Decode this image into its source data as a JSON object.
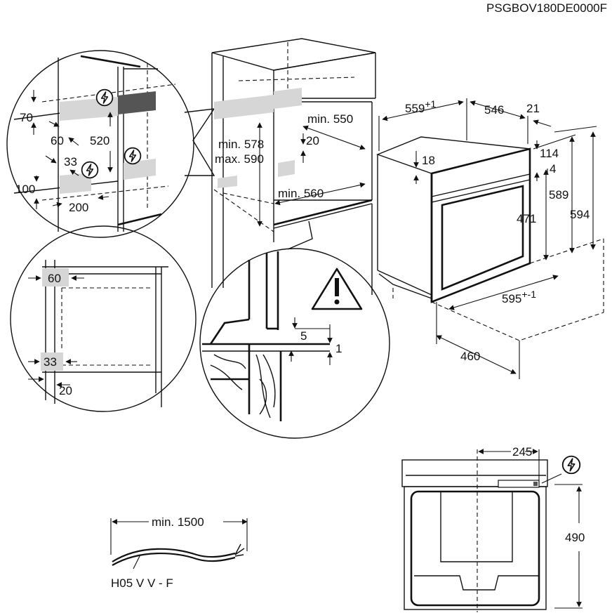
{
  "header": {
    "model_code": "PSGBOV180DE0000F"
  },
  "detail_top_left": {
    "d70": "70",
    "d60": "60",
    "d520": "520",
    "d33": "33",
    "d100": "100",
    "d200": "200"
  },
  "cabinet": {
    "min_550": "min. 550",
    "d20": "20",
    "min_578": "min. 578",
    "max_590": "max. 590",
    "min_560": "min. 560"
  },
  "oven": {
    "d559": "559",
    "d559_tol": "+1",
    "d546": "546",
    "d21": "21",
    "d18": "18",
    "d114": "114",
    "d4": "4",
    "d589": "589",
    "d594": "594",
    "d471": "471",
    "d595": "595",
    "d595_tol": "+-1",
    "d460": "460"
  },
  "detail_bottom_left": {
    "d60": "60",
    "d33": "33",
    "d20": "20"
  },
  "detail_gap": {
    "d5": "5",
    "d1": "1",
    "warning_symbol": "!"
  },
  "cable": {
    "length": "min. 1500",
    "type": "H05 V V - F"
  },
  "front_view": {
    "d245": "245",
    "d490": "490"
  },
  "icons": {
    "electric": "electric-connection-icon",
    "warning": "warning-triangle-icon",
    "arrow": "dimension-arrow-icon"
  }
}
